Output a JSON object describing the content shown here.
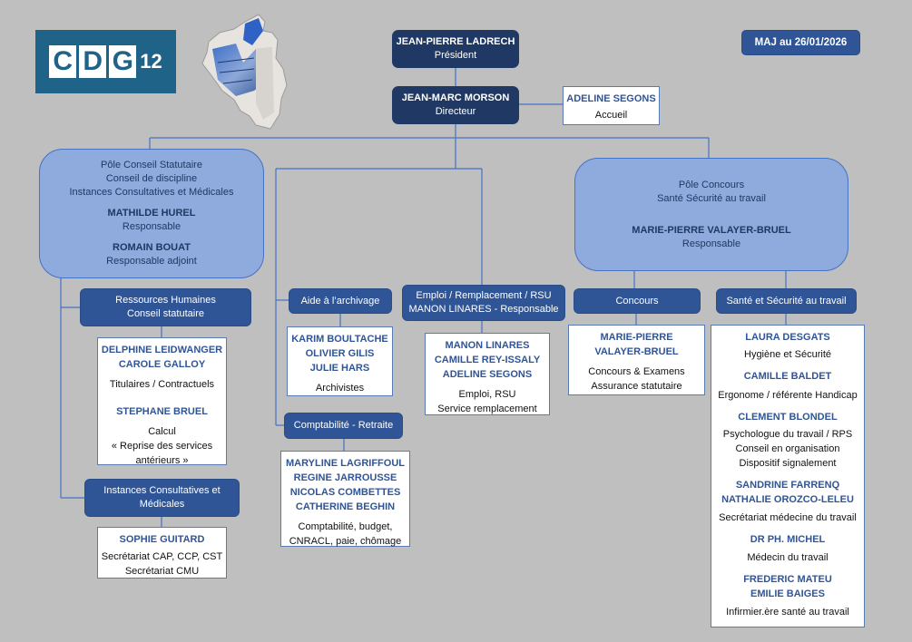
{
  "logo": {
    "letters": [
      "C",
      "D",
      "G"
    ],
    "number": "12"
  },
  "update_badge": "MAJ au 26/01/2026",
  "president": {
    "name": "JEAN-PIERRE LADRECH",
    "role": "Président"
  },
  "director": {
    "name": "JEAN-MARC MORSON",
    "role": "Directeur"
  },
  "reception": {
    "name": "ADELINE SEGONS",
    "role": "Accueil"
  },
  "pole_statutaire": {
    "lines": [
      "Pôle Conseil Statutaire",
      "Conseil de discipline",
      "Instances Consultatives et Médicales"
    ],
    "people": [
      {
        "name": "MATHILDE HUREL",
        "role": "Responsable"
      },
      {
        "name": "ROMAIN BOUAT",
        "role": "Responsable adjoint"
      }
    ]
  },
  "pole_concours": {
    "lines": [
      "Pôle Concours",
      "Santé Sécurité au travail"
    ],
    "people": [
      {
        "name": "MARIE-PIERRE VALAYER-BRUEL",
        "role": "Responsable"
      }
    ]
  },
  "rh": {
    "title": [
      "Ressources Humaines",
      "Conseil statutaire"
    ],
    "card": {
      "names1": [
        "DELPHINE LEIDWANGER",
        "CAROLE GALLOY"
      ],
      "desc1": "Titulaires / Contractuels",
      "names2": [
        "STEPHANE BRUEL"
      ],
      "desc2": [
        "Calcul",
        "« Reprise des services",
        "antérieurs »"
      ]
    }
  },
  "instances": {
    "title": [
      "Instances Consultatives et",
      "Médicales"
    ],
    "card": {
      "name": "SOPHIE GUITARD",
      "desc": [
        "Secrétariat CAP, CCP, CST",
        "Secrétariat CMU"
      ]
    }
  },
  "archivage": {
    "title": "Aide à l’archivage",
    "card": {
      "names": [
        "KARIM BOULTACHE",
        "OLIVIER GILIS",
        "JULIE HARS"
      ],
      "desc": "Archivistes"
    }
  },
  "comptabilite": {
    "title": "Comptabilité - Retraite",
    "card": {
      "names": [
        "MARYLINE LAGRIFFOUL",
        "REGINE JARROUSSE",
        "NICOLAS COMBETTES",
        "CATHERINE BEGHIN"
      ],
      "desc": [
        "Comptabilité, budget,",
        "CNRACL, paie, chômage"
      ]
    }
  },
  "emploi": {
    "title": [
      "Emploi / Remplacement / RSU",
      "MANON LINARES - Responsable"
    ],
    "card": {
      "names": [
        "MANON LINARES",
        "CAMILLE REY-ISSALY",
        "ADELINE SEGONS"
      ],
      "desc": [
        "Emploi, RSU",
        "Service remplacement"
      ]
    }
  },
  "concours": {
    "title": "Concours",
    "card": {
      "names": [
        "MARIE-PIERRE",
        "VALAYER-BRUEL"
      ],
      "desc": [
        "Concours & Examens",
        "Assurance statutaire"
      ]
    }
  },
  "sante": {
    "title": "Santé et Sécurité au travail",
    "card": {
      "groups": [
        {
          "names": [
            "LAURA DESGATS"
          ],
          "desc": [
            "Hygiène et Sécurité"
          ]
        },
        {
          "names": [
            "CAMILLE BALDET"
          ],
          "desc": [
            "Ergonome / référente Handicap"
          ]
        },
        {
          "names": [
            "CLEMENT BLONDEL"
          ],
          "desc": [
            "Psychologue du travail / RPS",
            "Conseil en organisation",
            "Dispositif signalement"
          ]
        },
        {
          "names": [
            "SANDRINE FARRENQ",
            "NATHALIE OROZCO-LELEU"
          ],
          "desc": [
            "Secrétariat médecine du travail"
          ]
        },
        {
          "names": [
            "DR PH. MICHEL"
          ],
          "desc": [
            "Médecin du travail"
          ]
        },
        {
          "names": [
            "FREDERIC MATEU",
            "EMILIE BAIGES"
          ],
          "desc": [
            "Infirmier.ère santé au travail"
          ]
        }
      ]
    }
  }
}
